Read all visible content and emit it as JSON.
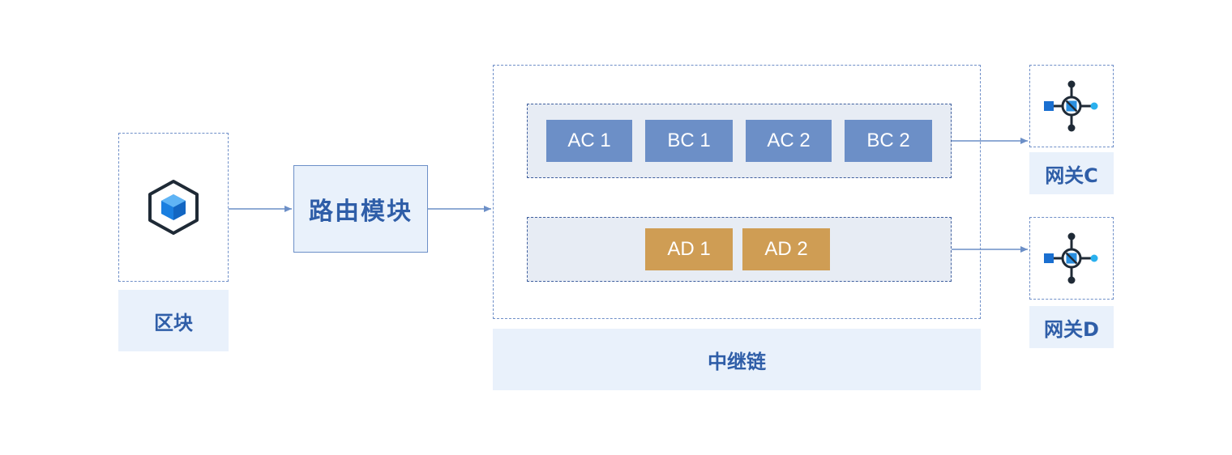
{
  "block": {
    "label": "区块",
    "icon": "cube-icon"
  },
  "router": {
    "label": "路由模块"
  },
  "relay": {
    "label": "中继链",
    "lane_top": [
      "AC 1",
      "BC 1",
      "AC 2",
      "BC 2"
    ],
    "lane_bottom": [
      "AD 1",
      "AD 2"
    ]
  },
  "gateways": [
    {
      "label": "网关C",
      "icon": "gateway-icon"
    },
    {
      "label": "网关D",
      "icon": "gateway-icon"
    }
  ],
  "colors": {
    "accent_blue": "#6c8fc7",
    "gold": "#cf9d54",
    "label_text": "#2f5ea8",
    "label_bg": "#e9f1fb"
  }
}
